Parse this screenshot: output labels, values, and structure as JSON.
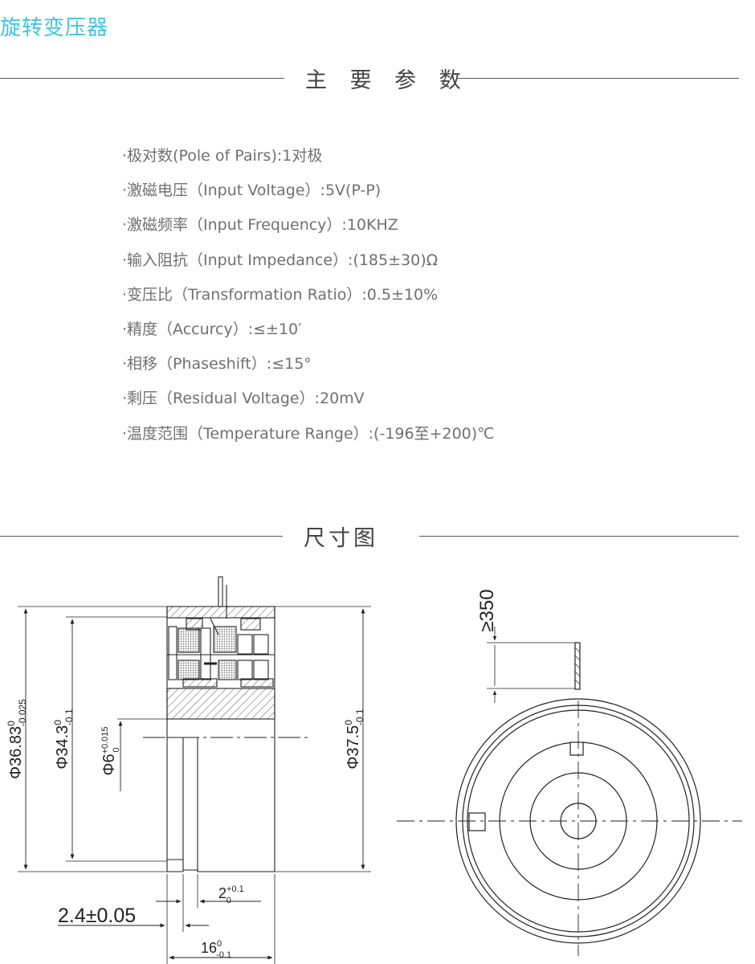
{
  "header": {
    "title": "旋转变压器"
  },
  "params": {
    "heading": "主 要 参 数",
    "items": [
      {
        "text": "·极对数(Pole of Pairs):1对极"
      },
      {
        "text": "·激磁电压（Input Voltage）:5V(P-P)"
      },
      {
        "text": "·激磁频率（Input Frequency）:10KHZ"
      },
      {
        "text": "·输入阻抗（Input Impedance）:(185±30)Ω"
      },
      {
        "text": "·变压比（Transformation Ratio）:0.5±10%"
      },
      {
        "text": "·精度（Accurcy）:≤±10′"
      },
      {
        "text": "·相移（Phaseshift）:≤15°"
      },
      {
        "text": "·剩压（Residual Voltage）:20mV"
      },
      {
        "text": "·温度范围（Temperature Range）:(-196至+200)℃"
      }
    ]
  },
  "dimensions": {
    "heading": "尺寸图",
    "dia_outer": {
      "main": "Φ36.83",
      "sup": "0",
      "sub": "-0.025"
    },
    "dia_343": {
      "main": "Φ34.3",
      "sup": "0",
      "sub": "-0.1"
    },
    "dia_6": {
      "main": "Φ6",
      "sup": "+0.015",
      "sub": "0"
    },
    "dia_375": {
      "main": "Φ37.5",
      "sup": "0",
      "sub": "-0.1"
    },
    "width_2": {
      "main": "2",
      "sup": "+0.1",
      "sub": "0"
    },
    "width_24": {
      "main": "2.4±0.05"
    },
    "width_16": {
      "main": "16",
      "sup": "0",
      "sub": "-0.1"
    },
    "lead_len": {
      "main": "≥350"
    }
  }
}
